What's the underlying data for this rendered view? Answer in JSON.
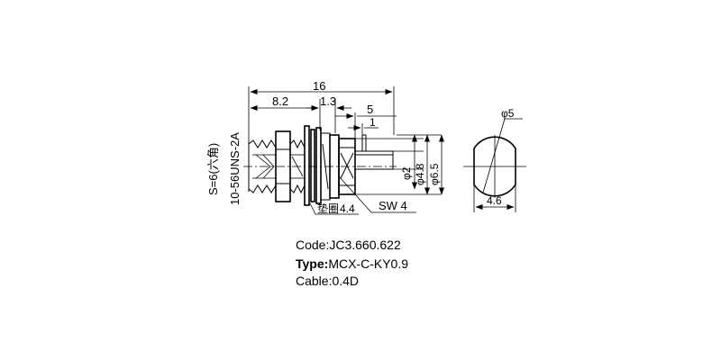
{
  "drawing": {
    "dims": {
      "overall_length": "16",
      "thread_length": "8.2",
      "flange": "1.3",
      "pin_offset": "5",
      "pin_width": "1",
      "dia_pin": "φ2",
      "dia_body": "φ4.8",
      "dia_outer": "φ6.5",
      "end_dia": "φ5",
      "end_flat": "4.6",
      "thread_spec": "10-56UNS-2A",
      "hex": "S=6(六角)",
      "washer_label": "垫圈",
      "washer_size": "4.4",
      "spring_washer": "SW 4"
    }
  },
  "info": {
    "code_label": "Code:",
    "code_value": "JC3.660.622",
    "type_label": "Type:",
    "type_value": "MCX-C-KY0.9",
    "cable_label": "Cable:",
    "cable_value": "0.4D"
  }
}
